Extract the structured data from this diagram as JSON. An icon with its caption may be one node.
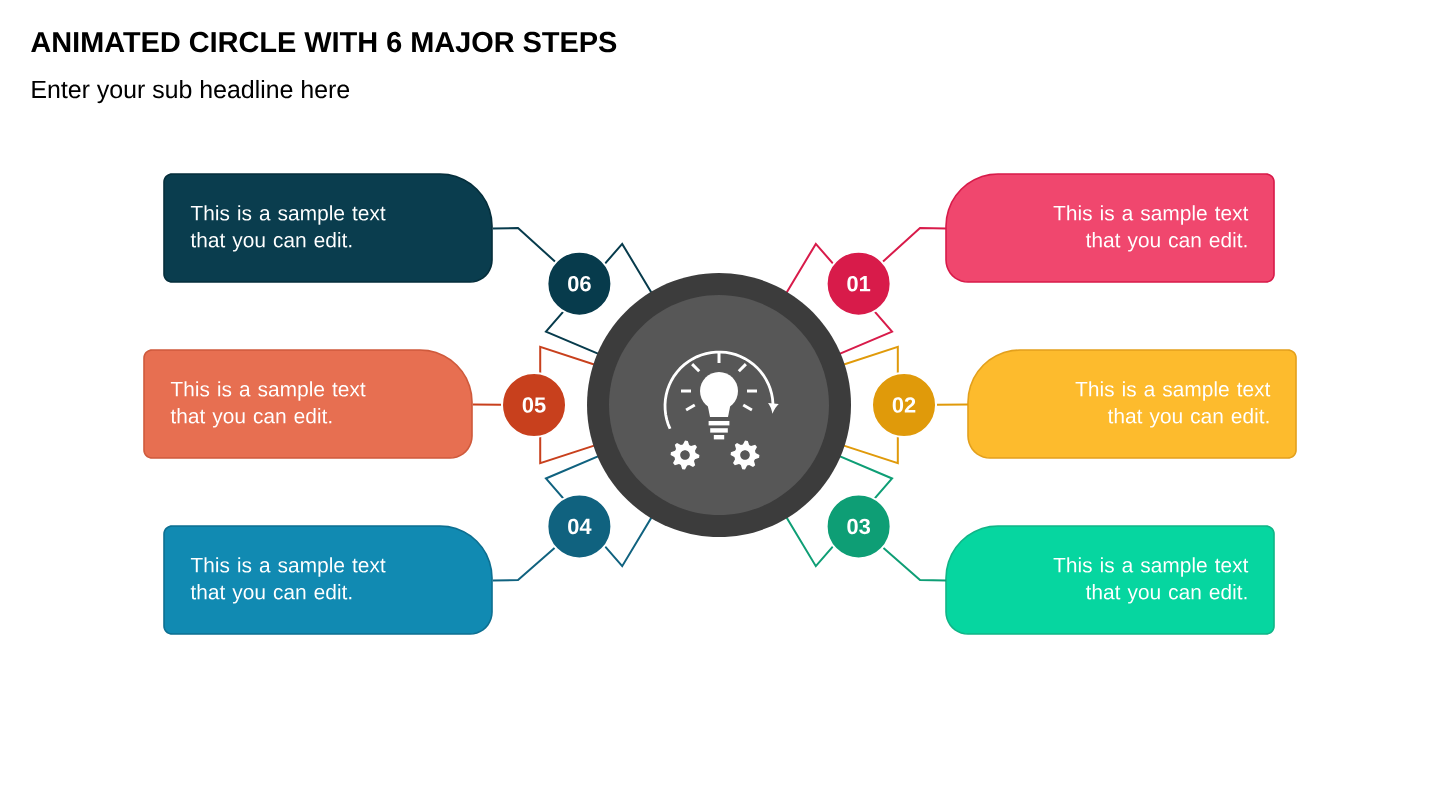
{
  "diagram": {
    "title": "ANIMATED CIRCLE WITH 6 MAJOR STEPS",
    "labels": [
      "Enter your sub headline here"
    ],
    "nodes": [
      {
        "text": [],
        "shape": "circle"
      },
      {
        "text": [
          "01"
        ]
      },
      {
        "text": [
          "This is a sample text that you can edit."
        ]
      },
      {
        "text": [
          "02"
        ]
      },
      {
        "text": [
          "This is a sample text that you can edit."
        ]
      },
      {
        "text": [
          "03"
        ]
      },
      {
        "text": [
          "This is a sample text that you can edit."
        ]
      },
      {
        "text": [
          "04"
        ]
      },
      {
        "text": [
          "This is a sample text that you can edit."
        ]
      },
      {
        "text": [
          "05"
        ]
      },
      {
        "text": [
          "This is a sample text that you can edit."
        ]
      },
      {
        "text": [
          "06"
        ]
      },
      {
        "text": [
          "This is a sample text that you can edit."
        ]
      }
    ],
    "edges": [
      {
        "from": 1,
        "to": 2,
        "arrow": "none",
        "color": "#d81b4a"
      },
      {
        "from": 3,
        "to": 4,
        "arrow": "none",
        "color": "#e09a0a"
      },
      {
        "from": 5,
        "to": 6,
        "arrow": "none",
        "color": "#0e9e75"
      },
      {
        "from": 7,
        "to": 8,
        "arrow": "none",
        "color": "#10627f"
      },
      {
        "from": 9,
        "to": 10,
        "arrow": "none",
        "color": "#c8401d"
      },
      {
        "from": 11,
        "to": 12,
        "arrow": "none",
        "color": "#073b4c"
      }
    ]
  }
}
